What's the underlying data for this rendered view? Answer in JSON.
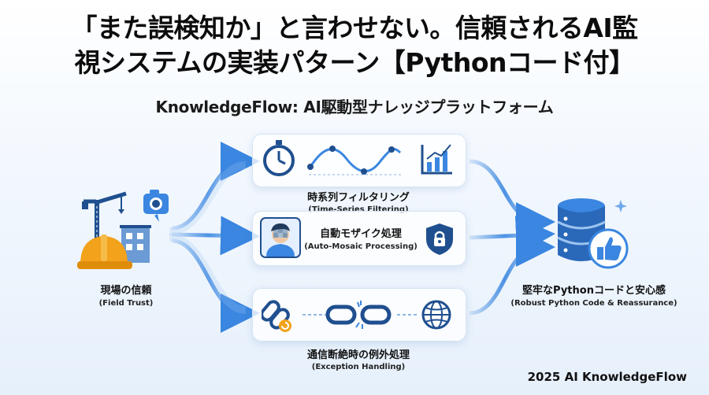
{
  "title": {
    "line1": "「また誤検知か」と言わせない。信頼されるAI監",
    "line2": "視システムの実装パターン【Pythonコード付】"
  },
  "subtitle": "KnowledgeFlow: AI駆動型ナレッジプラットフォーム",
  "nodes": {
    "source": {
      "label_ja": "現場の信頼",
      "label_en": "(Field Trust)"
    },
    "target": {
      "label_ja": "堅牢なPythonコードと安心感",
      "label_en": "(Robust Python Code & Reassurance)"
    }
  },
  "steps": [
    {
      "label_ja": "時系列フィルタリング",
      "label_en": "(Time-Series Filtering)"
    },
    {
      "label_ja": "自動モザイク処理",
      "label_en": "(Auto-Mosaic Processing)"
    },
    {
      "label_ja": "通信断絶時の例外処理",
      "label_en": "(Exception Handling)"
    }
  ],
  "footer": "2025 AI KnowledgeFlow",
  "colors": {
    "accent": "#3a86e0",
    "dark_blue": "#1f4f8f",
    "helmet": "#f2a21b",
    "card_border": "#d6e4f4"
  },
  "icons": {
    "source": [
      "crane-icon",
      "helmet-icon",
      "building-icon",
      "camera-icon"
    ],
    "time_series": [
      "stopwatch-icon",
      "wave-graph-icon",
      "bar-chart-icon"
    ],
    "mosaic": [
      "person-avatar-icon",
      "shield-lock-icon"
    ],
    "exception": [
      "broken-chain-icon",
      "chain-link-icon",
      "globe-icon"
    ],
    "target": [
      "database-icon",
      "thumbs-up-icon"
    ]
  }
}
